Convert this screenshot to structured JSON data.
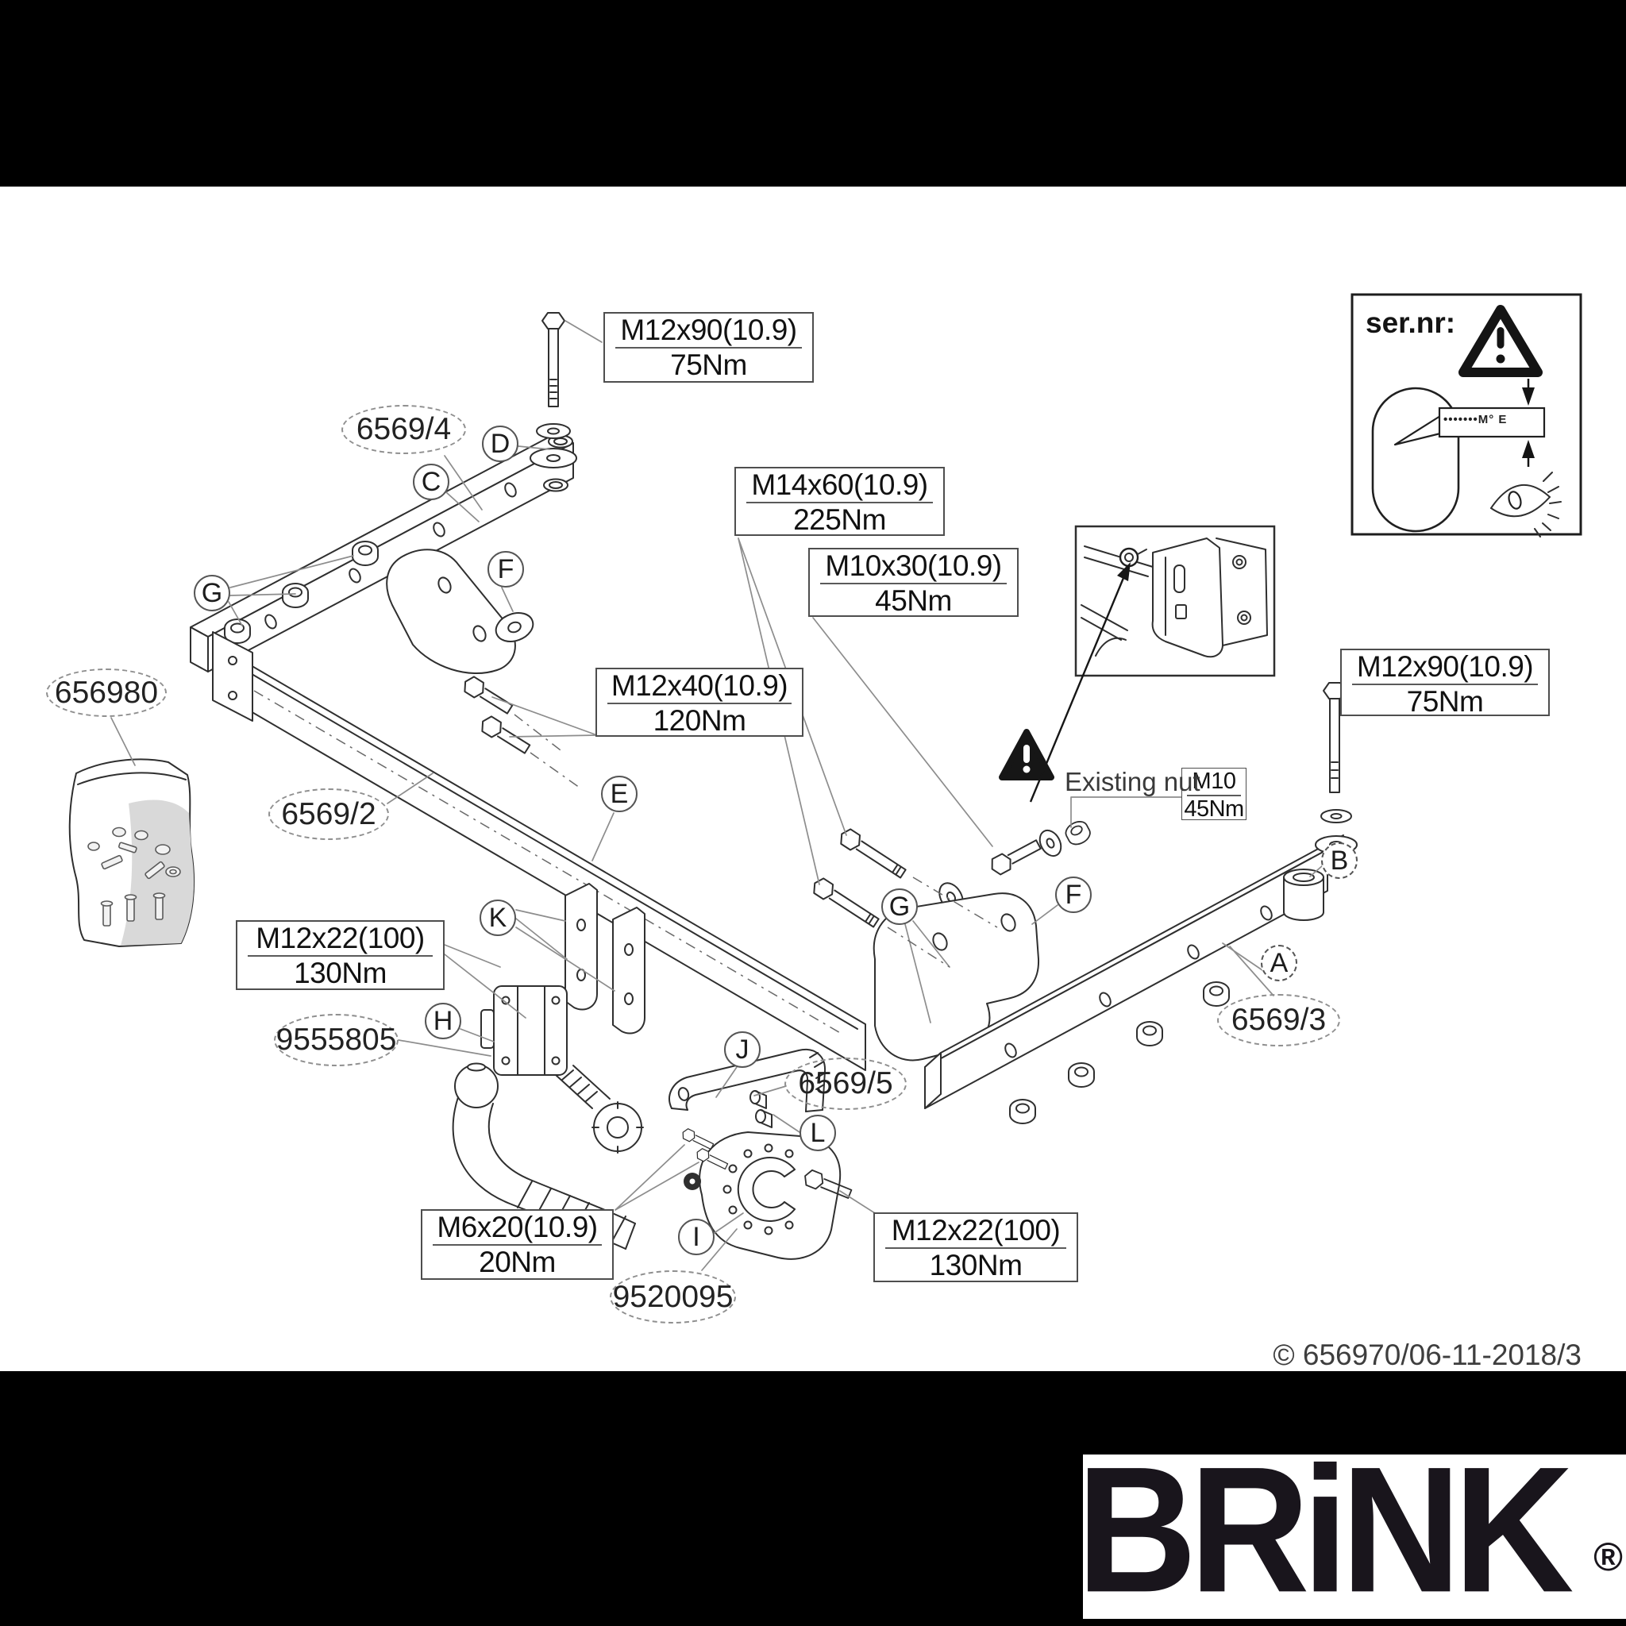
{
  "diagram": {
    "copyright": "© 656970/06-11-2018/3",
    "existing_nut_label": "Existing nut",
    "torque_labels": {
      "bolt_top": {
        "spec": "M12x90(10.9)",
        "torque": "75Nm"
      },
      "m14x60": {
        "spec": "M14x60(10.9)",
        "torque": "225Nm"
      },
      "m10x30": {
        "spec": "M10x30(10.9)",
        "torque": "45Nm"
      },
      "m12x40": {
        "spec": "M12x40(10.9)",
        "torque": "120Nm"
      },
      "m12x90_right": {
        "spec": "M12x90(10.9)",
        "torque": "75Nm"
      },
      "m10_existing": {
        "spec": "M10",
        "torque": "45Nm"
      },
      "m12x22_left": {
        "spec": "M12x22(100)",
        "torque": "130Nm"
      },
      "m6x20": {
        "spec": "M6x20(10.9)",
        "torque": "20Nm"
      },
      "m12x22_right": {
        "spec": "M12x22(100)",
        "torque": "130Nm"
      }
    },
    "part_numbers": {
      "p6569_4": "6569/4",
      "p656980": "656980",
      "p6569_2": "6569/2",
      "p9555805": "9555805",
      "p6569_5": "6569/5",
      "p9520095": "9520095",
      "p6569_3": "6569/3"
    },
    "callouts": {
      "a": "A",
      "b": "B",
      "c": "C",
      "d": "D",
      "e": "E",
      "f1": "F",
      "f2": "F",
      "g1": "G",
      "g2": "G",
      "h": "H",
      "i": "I",
      "j": "J",
      "k": "K",
      "l": "L"
    },
    "sernr": {
      "label": "ser.nr:",
      "strip_text": "•••••••M° E"
    },
    "icons": {
      "warning": "warning-triangle",
      "eye": "eye",
      "extent_arrows": "vertical-extent-arrows"
    }
  },
  "brand": {
    "name": "BRiNK",
    "registered": "®"
  }
}
